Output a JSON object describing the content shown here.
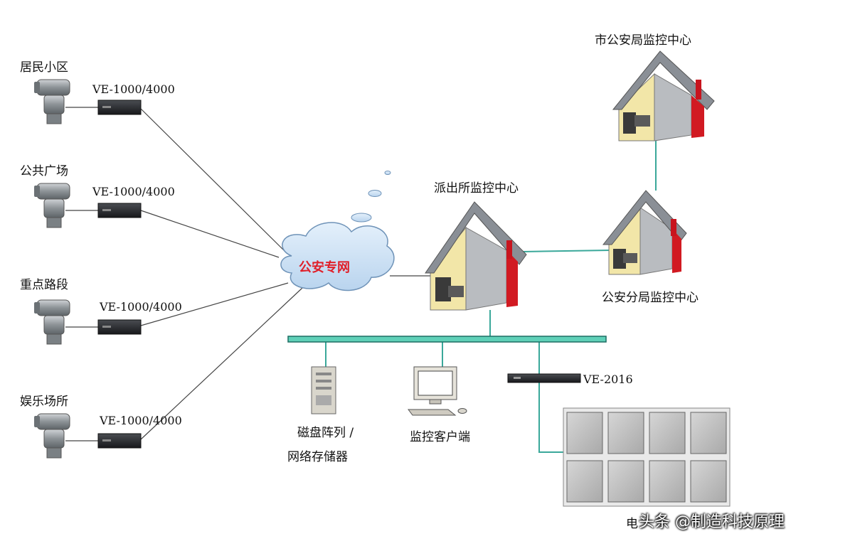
{
  "sources": [
    {
      "label": "居民小区",
      "model": "VE-1000/4000"
    },
    {
      "label": "公共广场",
      "model": "VE-1000/4000"
    },
    {
      "label": "重点路段",
      "model": "VE-1000/4000"
    },
    {
      "label": "娱乐场所",
      "model": "VE-1000/4000"
    }
  ],
  "network": {
    "label": "公安专网"
  },
  "centers": {
    "station": "派出所监控中心",
    "branch": "公安分局监控中心",
    "city": "市公安局监控中心"
  },
  "devices": {
    "storage_line1": "磁盘阵列 /",
    "storage_line2": "网络存储器",
    "client": "监控客户端",
    "decoder": "VE-2016",
    "wall_partial": "电"
  },
  "watermark": "头条 @制造科技原理",
  "colors": {
    "link": "#3aa89a",
    "cloud": "#cfe3f7",
    "roof": "#8a8f96",
    "wall_yellow": "#f2e6a8",
    "red": "#c8141e"
  }
}
